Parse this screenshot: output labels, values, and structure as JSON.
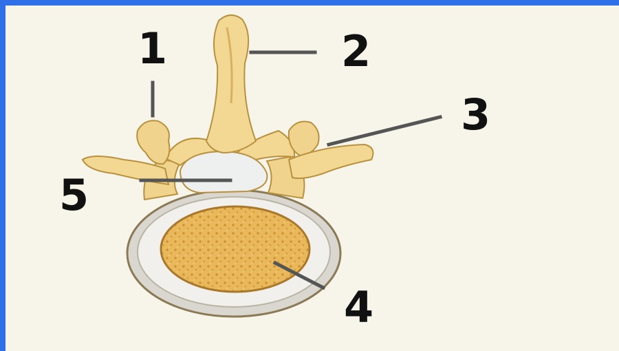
{
  "labels": [
    {
      "id": "1",
      "text": "1"
    },
    {
      "id": "2",
      "text": "2"
    },
    {
      "id": "3",
      "text": "3"
    },
    {
      "id": "4",
      "text": "4"
    },
    {
      "id": "5",
      "text": "5"
    }
  ],
  "colors": {
    "border": "#2f6fe8",
    "background": "#f7f4ea",
    "bone": "#f0d38d",
    "bone_shadow": "#b8913e",
    "disc_ring": "#eeeeea",
    "body_core": "#e6b24f",
    "leader": "#555555"
  }
}
